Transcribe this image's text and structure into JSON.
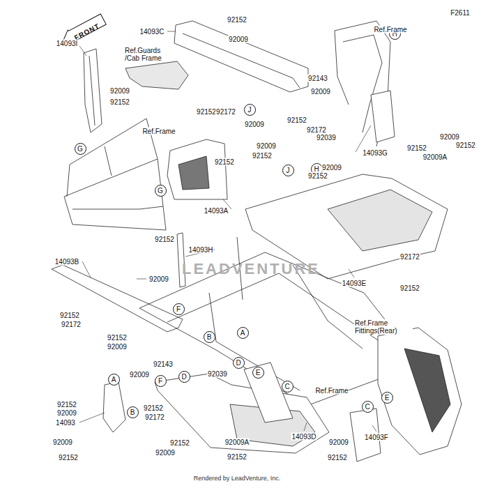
{
  "diagram": {
    "nodes": [
      {
        "text": [
          "FRONT"
        ]
      },
      {
        "text": [
          "H"
        ]
      },
      {
        "text": [
          "J"
        ]
      },
      {
        "text": [
          "G"
        ]
      },
      {
        "text": [
          "H"
        ]
      },
      {
        "text": [
          "J"
        ]
      },
      {
        "text": [
          "G"
        ]
      },
      {
        "text": [
          "F"
        ]
      },
      {
        "text": [
          "A"
        ]
      },
      {
        "text": [
          "B"
        ]
      },
      {
        "text": [
          "D"
        ]
      },
      {
        "text": [
          "E"
        ]
      },
      {
        "text": [
          "F"
        ]
      },
      {
        "text": [
          "D"
        ]
      },
      {
        "text": [
          "A"
        ]
      },
      {
        "text": [
          "C"
        ]
      },
      {
        "text": [
          "E"
        ]
      },
      {
        "text": [
          "C"
        ]
      },
      {
        "text": [
          "B"
        ]
      }
    ],
    "labels": [
      "F2611",
      "Ref.Frame",
      "14093C",
      "92152",
      "92009",
      "Ref.Guards /Cab Frame",
      "14093I",
      "92009",
      "92152",
      "92143",
      "92009",
      "92152",
      "92172",
      "92152",
      "92172",
      "92009",
      "92152",
      "14093G",
      "Ref.Frame",
      "92009",
      "92152",
      "92009",
      "92152",
      "92039",
      "92009",
      "92152",
      "92152",
      "92009A",
      "14093A",
      "92152",
      "14093H",
      "92009",
      "14093B",
      "92172",
      "14093E",
      "92152",
      "92152",
      "92172",
      "92152",
      "92009",
      "Ref.Frame Fittings(Rear)",
      "92009",
      "92143",
      "92039",
      "Ref.Frame",
      "92152",
      "92009",
      "14093",
      "92152",
      "92172",
      "14093D",
      "92152",
      "92009A",
      "92009",
      "92009",
      "92152",
      "92009",
      "92152",
      "14093F",
      "92152",
      "Rendered by LeadVenture, Inc.",
      "LEADVENTURE"
    ]
  }
}
